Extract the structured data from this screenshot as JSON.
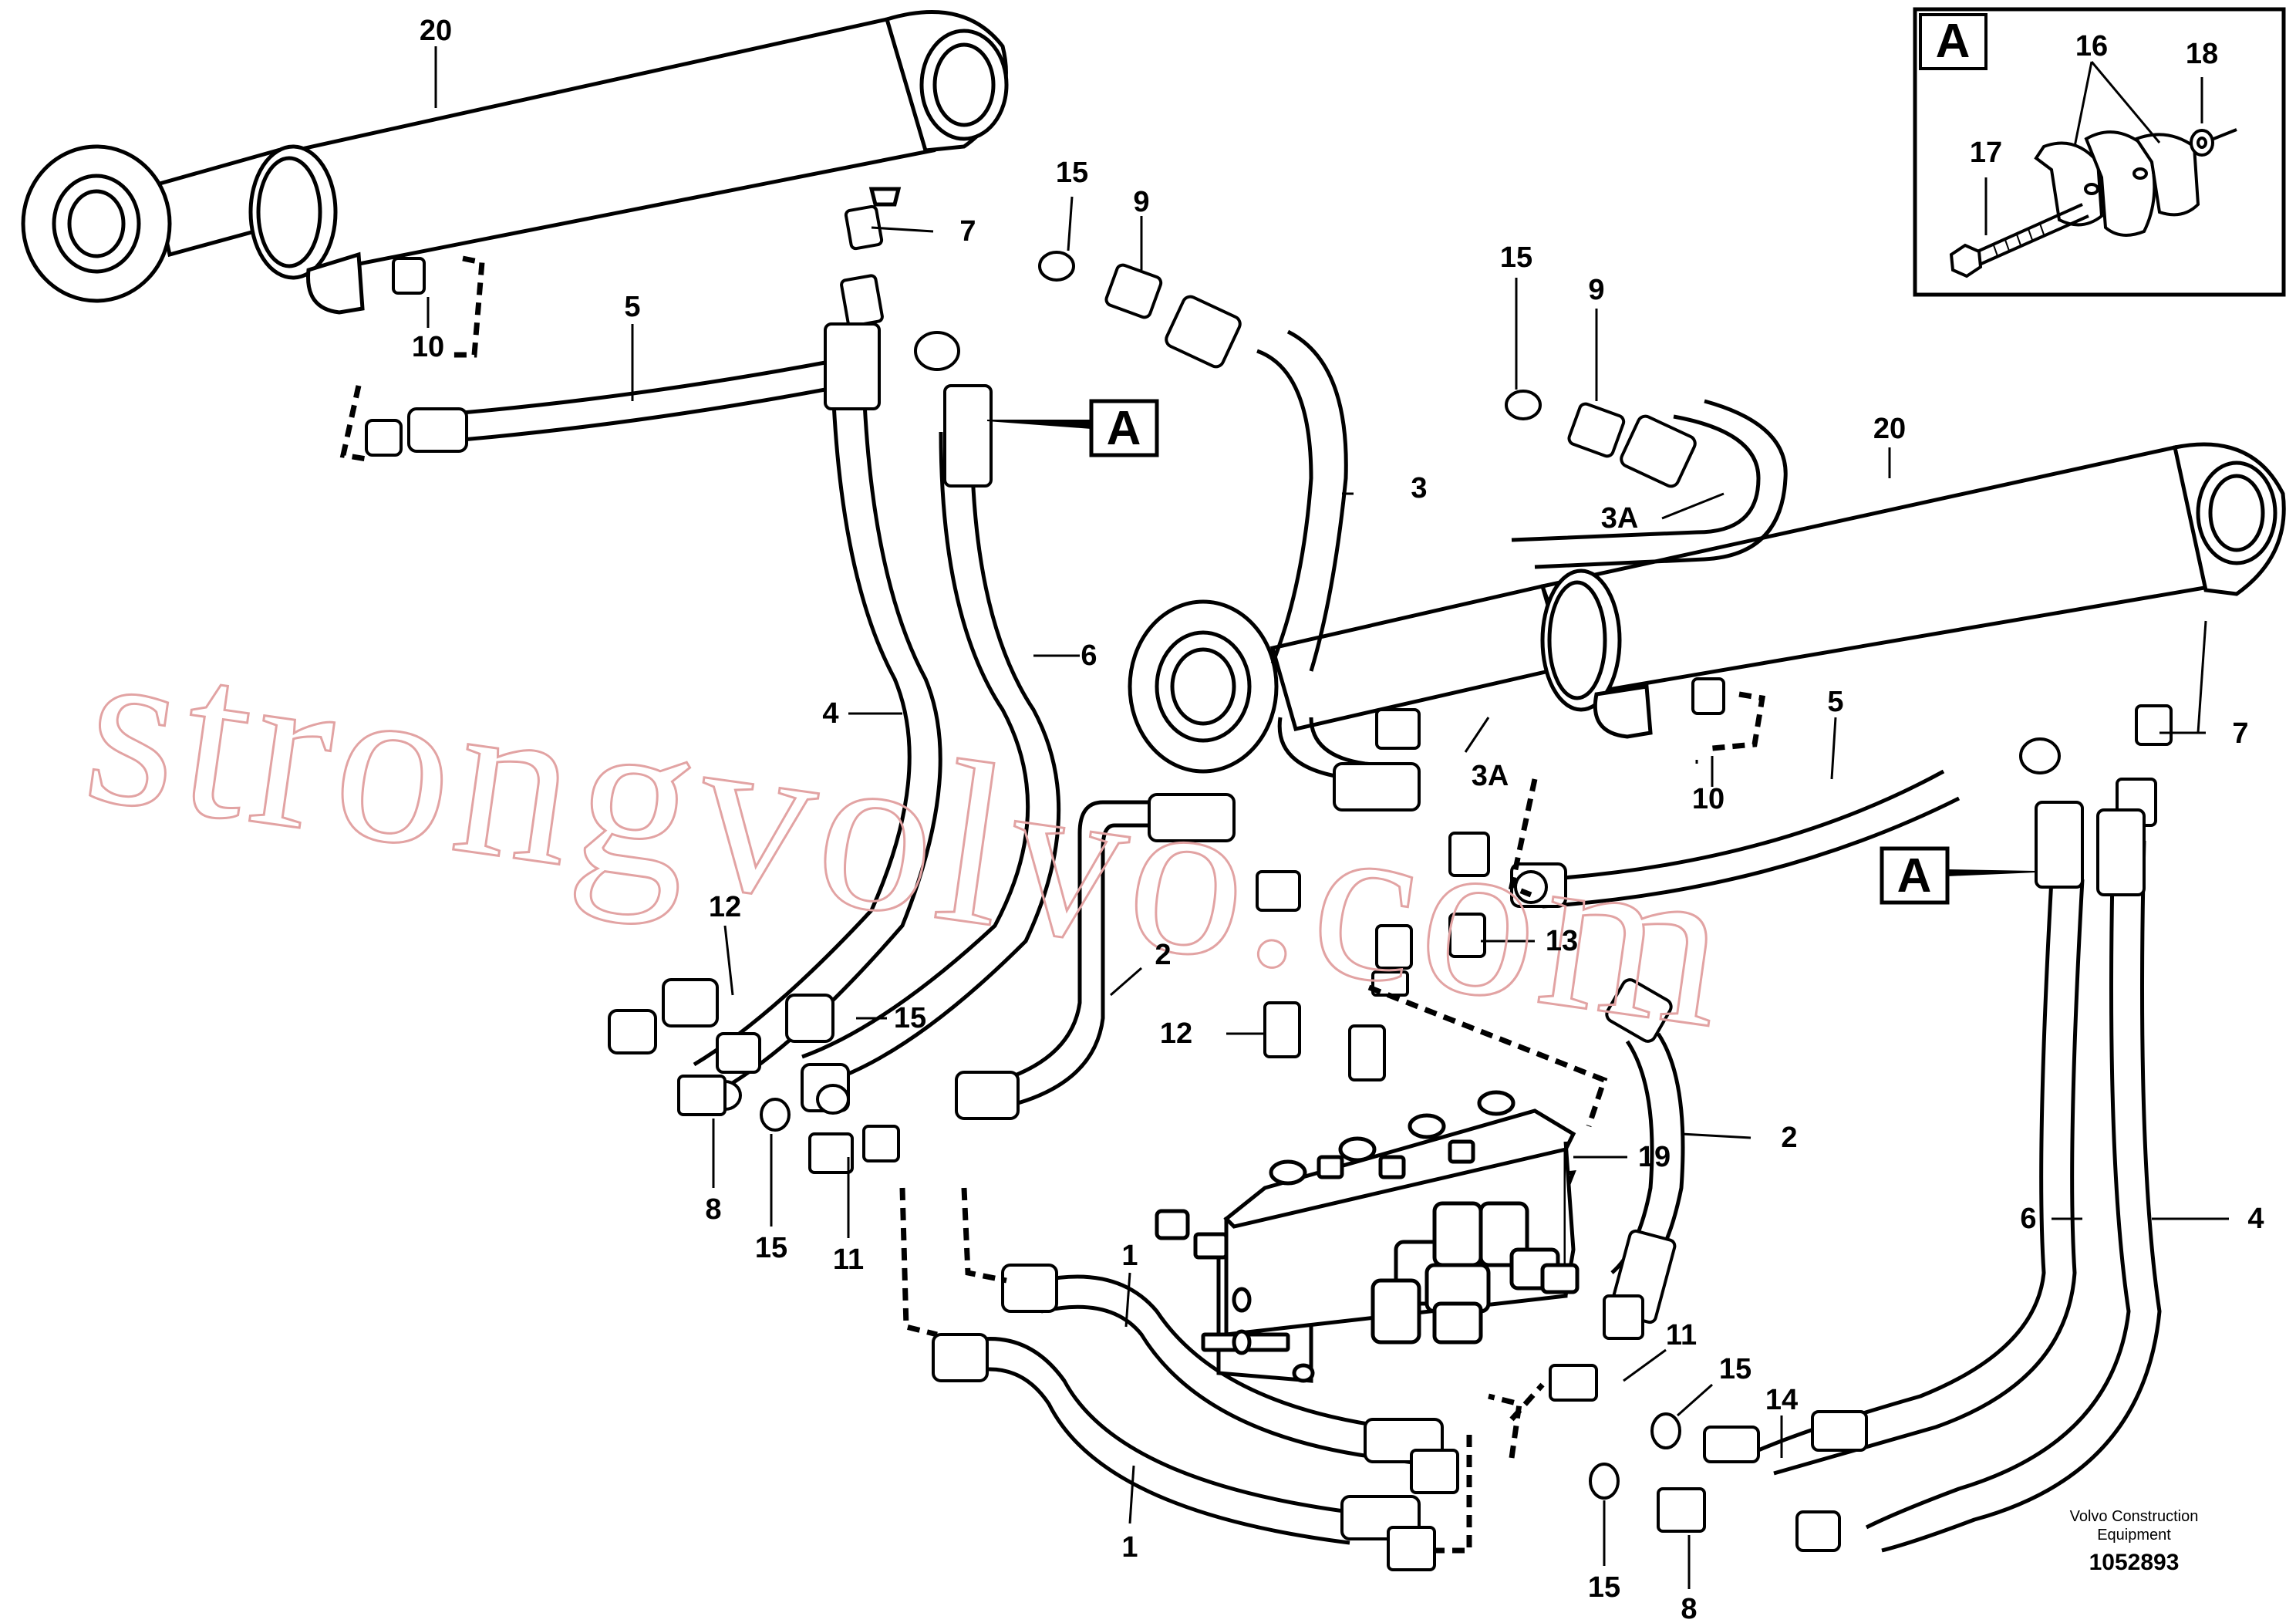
{
  "callouts": {
    "c20a": "20",
    "c7a": "7",
    "c10a": "10",
    "c5a": "5",
    "c15a": "15",
    "c9a": "9",
    "c3": "3",
    "c15b": "15",
    "c9b": "9",
    "c3A_top": "3A",
    "c20b": "20",
    "c6a": "6",
    "c4a": "4",
    "c5b": "5",
    "c3A_mid": "3A",
    "c10b": "10",
    "c7b": "7",
    "c12a": "12",
    "c15c": "15",
    "c2a": "2",
    "c12b": "12",
    "c13": "13",
    "c8a": "8",
    "c15d": "15",
    "c11a": "11",
    "c19": "19",
    "c2b": "2",
    "c6b": "6",
    "c4b": "4",
    "c1a": "1",
    "c1b": "1",
    "c11b": "11",
    "c15e": "15",
    "c14": "14",
    "c15f": "15",
    "c8b": "8",
    "c16": "16",
    "c17": "17",
    "c18": "18"
  },
  "view_refs": {
    "inset_label": "A",
    "ref_left": "A",
    "ref_right": "A"
  },
  "footer": {
    "company_line1": "Volvo Construction",
    "company_line2": "Equipment",
    "drawing_number": "1052893"
  },
  "watermark": "strongvolvo.com"
}
